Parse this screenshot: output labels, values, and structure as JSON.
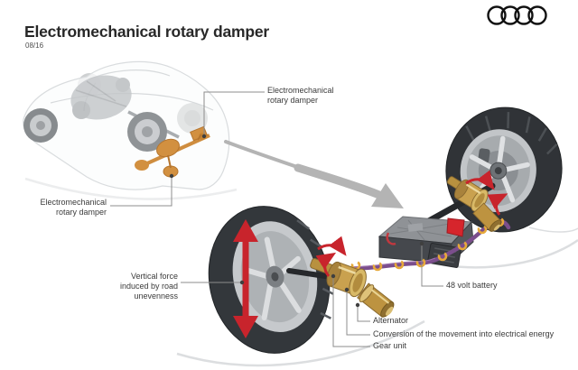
{
  "header": {
    "title": "Electromechanical rotary damper",
    "date": "08/16"
  },
  "logo": {
    "name": "audi-rings",
    "color": "#111111"
  },
  "annotations": {
    "damper_top": {
      "line1": "Electromechanical",
      "line2": "rotary damper"
    },
    "damper_side": {
      "line1": "Electromechanical",
      "line2": "rotary damper"
    },
    "vertical_force": {
      "line1": "Vertical force",
      "line2": "induced by road",
      "line3": "unevenness"
    },
    "battery": {
      "text": "48 volt battery"
    },
    "alternator": {
      "text": "Alternator"
    },
    "conversion": {
      "text": "Conversion of the movement into electrical energy"
    },
    "gear_unit": {
      "text": "Gear unit"
    }
  },
  "colors": {
    "accent_red": "#c8242c",
    "brass": "#c9a14f",
    "cable_purple": "#7b4e8c",
    "clip_yellow": "#e6a83a",
    "highlight_orange": "#d29040",
    "arrow_gray": "#b4b4b4"
  }
}
